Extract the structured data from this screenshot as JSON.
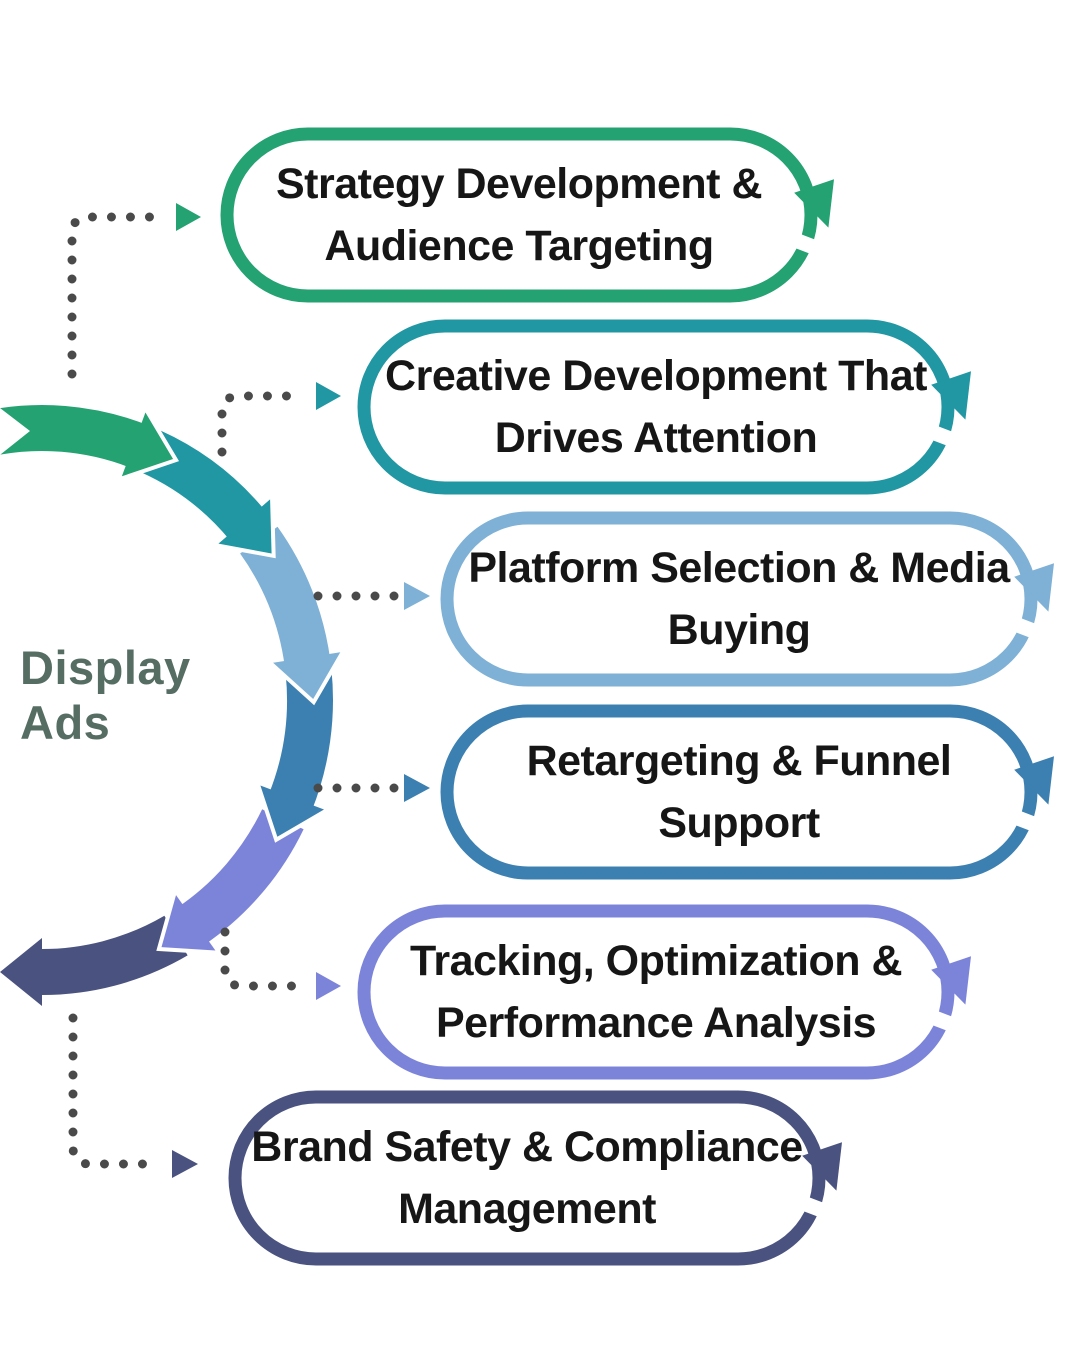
{
  "title": {
    "line1": "Display",
    "line2": "Ads"
  },
  "colors": {
    "green": "#24A271",
    "teal": "#2097A2",
    "lightblue": "#7EB1D5",
    "blue": "#3C80B1",
    "periwinkle": "#7C84DA",
    "navy": "#4A527F",
    "title_text": "#566D63",
    "dot": "#4A4A4A",
    "box_text": "#161616",
    "box_fill": "#FFFFFF",
    "background": "#FFFFFF"
  },
  "steps": [
    {
      "line1": "Strategy Development &",
      "line2": "Audience Targeting",
      "color": "green"
    },
    {
      "line1": "Creative Development That",
      "line2": "Drives Attention",
      "color": "teal"
    },
    {
      "line1": "Platform Selection & Media",
      "line2": "Buying",
      "color": "lightblue"
    },
    {
      "line1": "Retargeting & Funnel",
      "line2": "Support",
      "color": "blue"
    },
    {
      "line1": "Tracking, Optimization &",
      "line2": "Performance Analysis",
      "color": "periwinkle"
    },
    {
      "line1": "Brand Safety & Compliance",
      "line2": "Management",
      "color": "navy"
    }
  ],
  "arc": {
    "direction": "clockwise",
    "segments": [
      "green",
      "teal",
      "lightblue",
      "blue",
      "periwinkle",
      "navy"
    ]
  }
}
